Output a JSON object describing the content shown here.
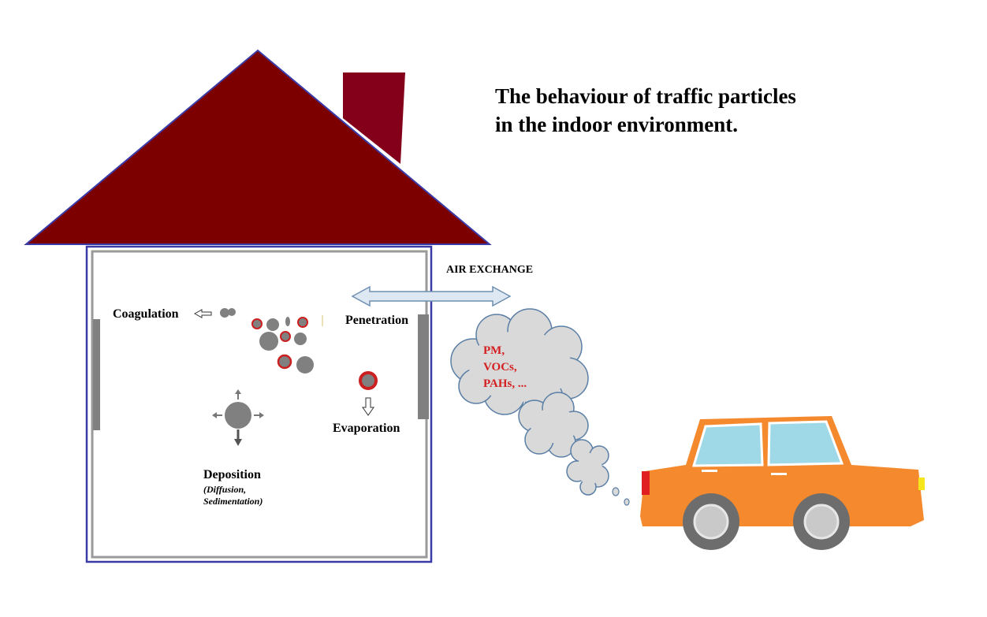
{
  "title": {
    "line1": "The behaviour of traffic particles",
    "line2": "in the indoor environment."
  },
  "labels": {
    "air_exchange": "AIR EXCHANGE",
    "penetration": "Penetration",
    "coagulation": "Coagulation",
    "evaporation": "Evaporation",
    "deposition": "Deposition",
    "deposition_sub1": "(Diffusion,",
    "deposition_sub2": "Sedimentation)"
  },
  "pollutants": [
    "PM,",
    "VOCs,",
    "PAHs, ..."
  ],
  "colors": {
    "roof": "#7d0000",
    "chimney": "#84001a",
    "wall_outline": "#3b3ba8",
    "wall_inner": "#9a9a9a",
    "particle": "#808080",
    "particle_ring": "#cc1f1f",
    "pollutant_text": "#d42020",
    "smoke_fill": "#d9d9d9",
    "smoke_stroke": "#5b7fa5",
    "arrow_fill": "#dde8f3",
    "arrow_stroke": "#6f8fb0",
    "car_body": "#f5892e",
    "car_window": "#9fd9e8",
    "tire": "#6d6d6d",
    "hubcap": "#c9c9c9"
  },
  "icons": [
    "house-icon",
    "car-icon",
    "smoke-cloud-icon",
    "double-arrow-icon"
  ]
}
